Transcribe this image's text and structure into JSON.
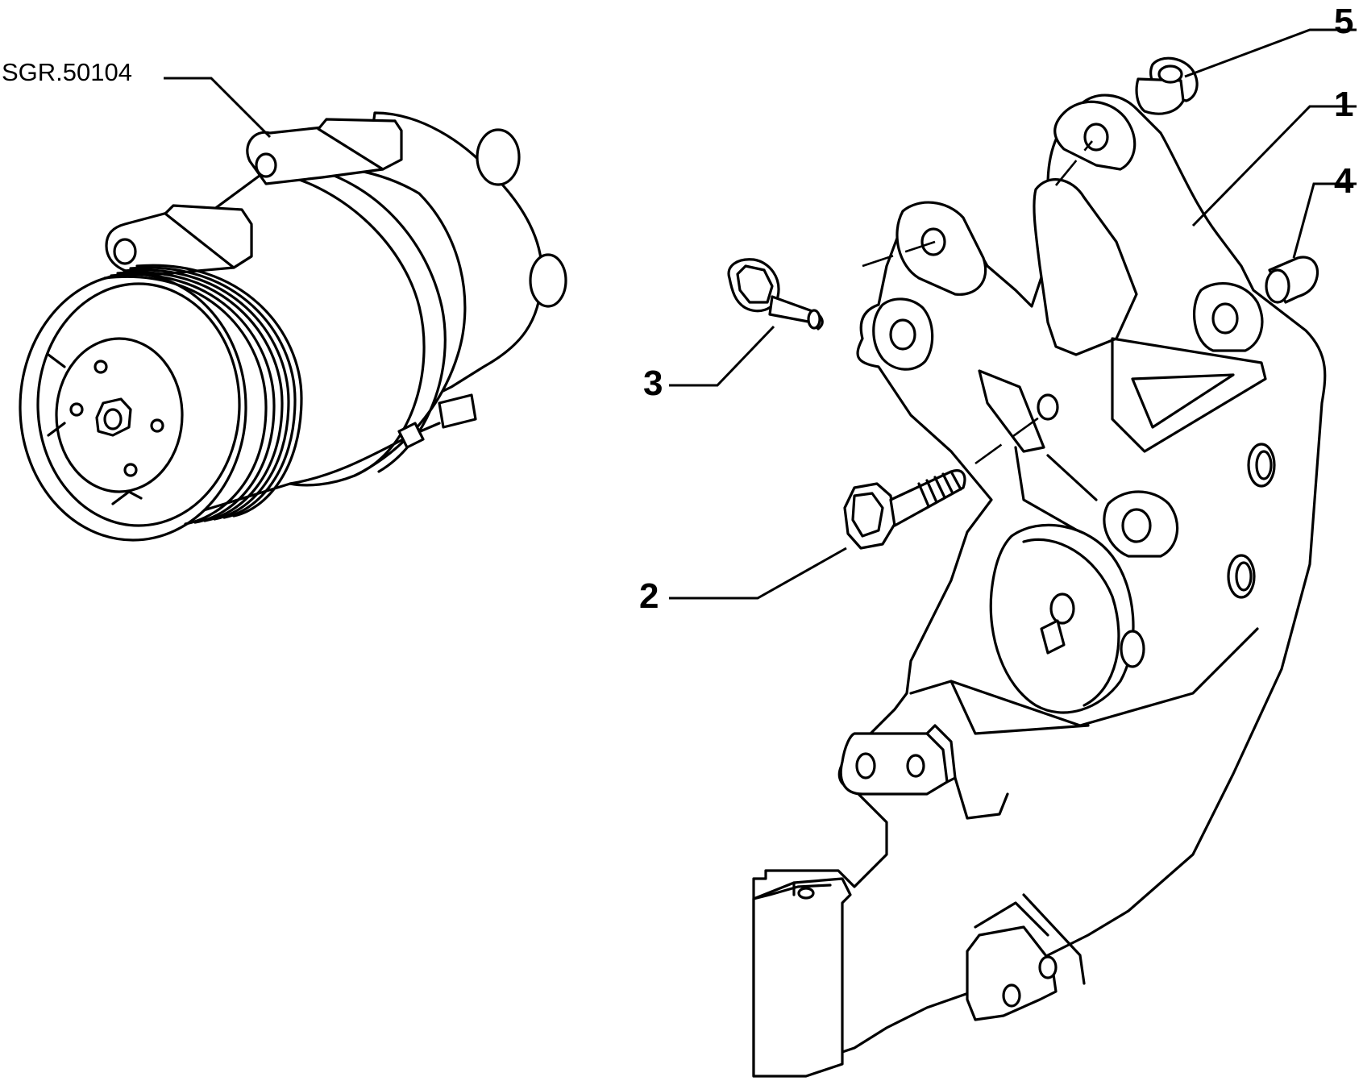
{
  "diagram": {
    "reference_label": "SGR.50104",
    "callouts": [
      {
        "id": "callout-1",
        "number": "1"
      },
      {
        "id": "callout-2",
        "number": "2"
      },
      {
        "id": "callout-3",
        "number": "3"
      },
      {
        "id": "callout-4",
        "number": "4"
      },
      {
        "id": "callout-5",
        "number": "5"
      }
    ]
  },
  "colors": {
    "line": "#000000",
    "background": "#ffffff"
  }
}
